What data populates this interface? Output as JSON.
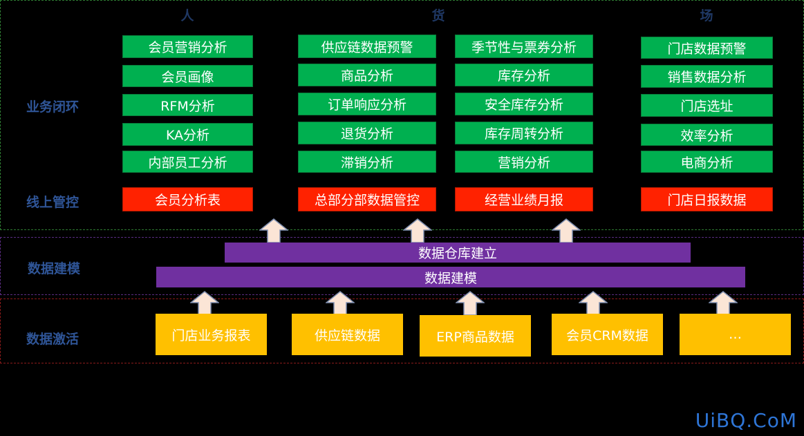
{
  "colors": {
    "green": "#00B050",
    "red": "#FF2200",
    "purple": "#7030A0",
    "yellow": "#FFC000",
    "arrow_fill": "#FBE5D6",
    "label_text": "#2F5597"
  },
  "headers": {
    "people": "人",
    "goods": "货",
    "place": "场"
  },
  "row_labels": {
    "business_loop": "业务闭环",
    "online_control": "线上管控",
    "data_modeling": "数据建模",
    "data_activation": "数据激活"
  },
  "green_columns": [
    [
      "会员营销分析",
      "会员画像",
      "RFM分析",
      "KA分析",
      "内部员工分析"
    ],
    [
      "供应链数据预警",
      "商品分析",
      "订单响应分析",
      "退货分析",
      "滞销分析"
    ],
    [
      "季节性与票券分析",
      "库存分析",
      "安全库存分析",
      "库存周转分析",
      "营销分析"
    ],
    [
      "门店数据预警",
      "销售数据分析",
      "门店选址",
      "效率分析",
      "电商分析"
    ]
  ],
  "red_row": [
    "会员分析表",
    "总部分部数据管控",
    "经营业绩月报",
    "门店日报数据"
  ],
  "purple_bars": {
    "warehouse": "数据仓库建立",
    "modeling": "数据建模"
  },
  "yellow_row": [
    "门店业务报表",
    "供应链数据",
    "ERP商品数据",
    "会员CRM数据",
    "…"
  ],
  "watermark": "UiBQ.CoM"
}
